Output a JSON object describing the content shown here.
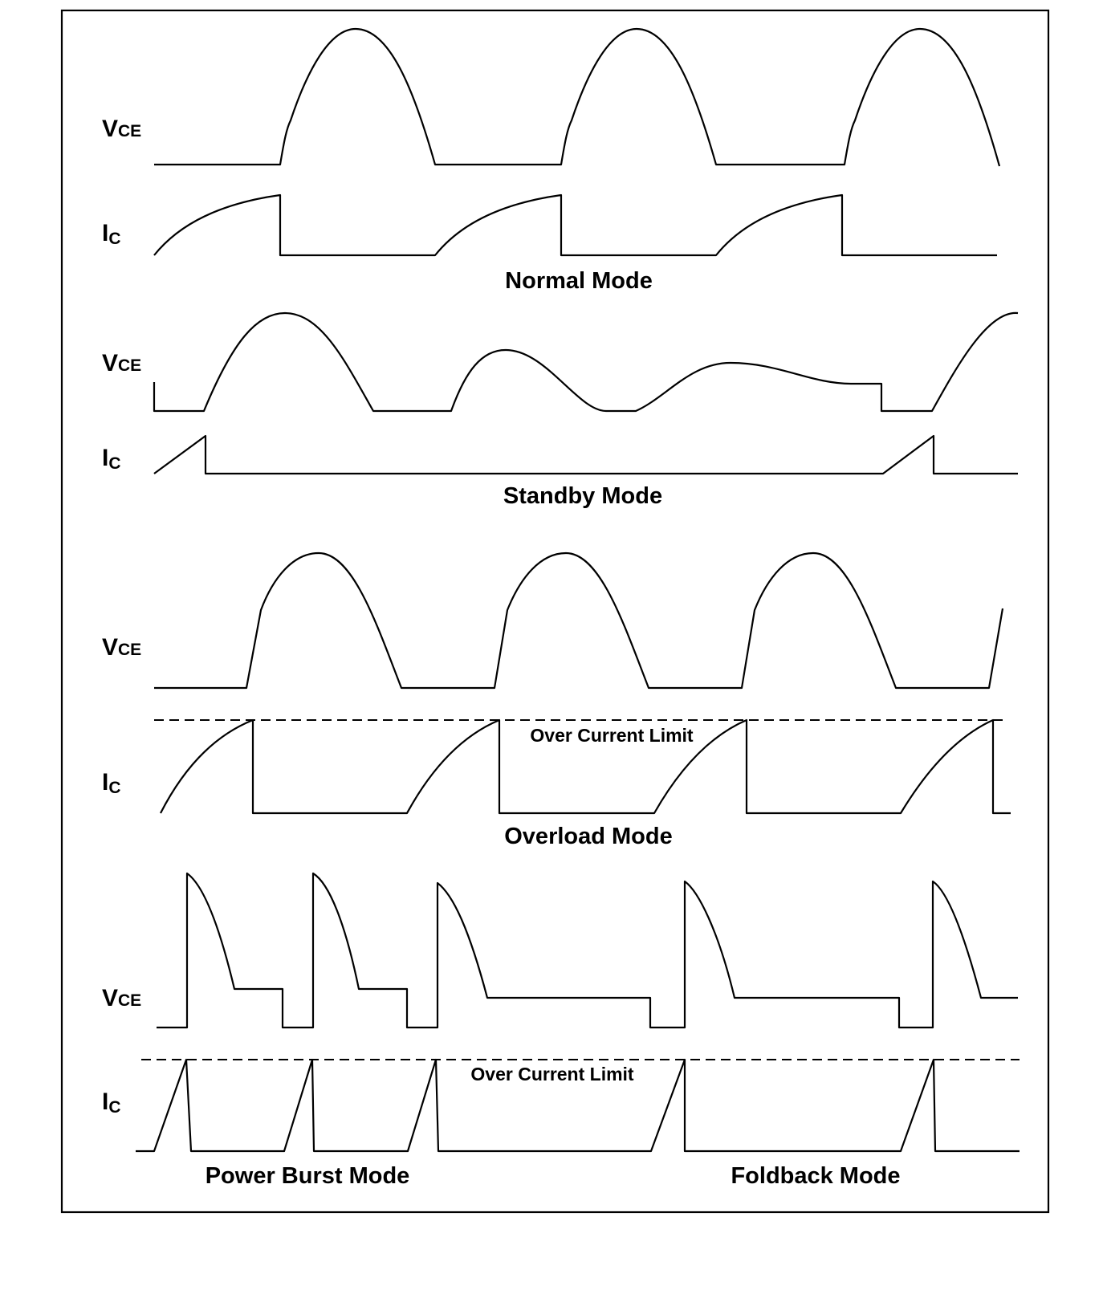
{
  "diagram": {
    "signals": {
      "vce_main": "V",
      "vce_sub": "CE",
      "ic_main": "I",
      "ic_sub": "C"
    },
    "modes": {
      "normal": "Normal Mode",
      "standby": "Standby Mode",
      "overload": "Overload Mode",
      "power_burst": "Power Burst Mode",
      "foldback": "Foldback Mode"
    },
    "over_current_limit": "Over Current Limit",
    "colors": {
      "stroke": "#000000",
      "background": "#ffffff"
    }
  }
}
